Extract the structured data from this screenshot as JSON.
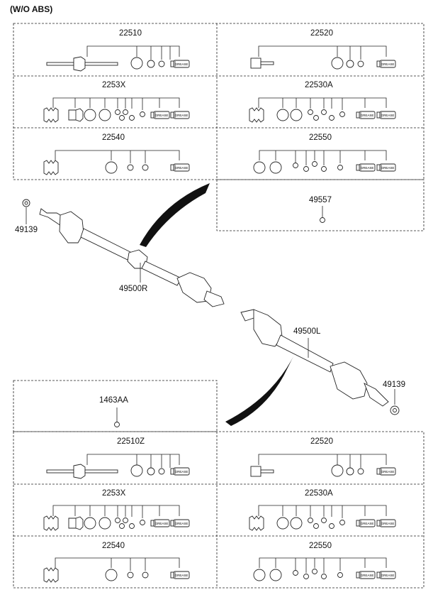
{
  "header": "(W/O ABS)",
  "top_panels": {
    "p22510": "22510",
    "p22520": "22520",
    "p2253x": "2253X",
    "p22530a": "22530A",
    "p22540": "22540",
    "p22550": "22550",
    "p49557": "49557"
  },
  "middle": {
    "nut_left": "49139",
    "shaft_right": "49500R",
    "shaft_left": "49500L",
    "nut_right": "49139"
  },
  "bottom_panels": {
    "p1463aa": "1463AA",
    "p22510z": "22510Z",
    "p22520": "22520",
    "p2253x": "2253X",
    "p22530a": "22530A",
    "p22540": "22540",
    "p22550": "22550"
  },
  "grease_text": "GREASE"
}
